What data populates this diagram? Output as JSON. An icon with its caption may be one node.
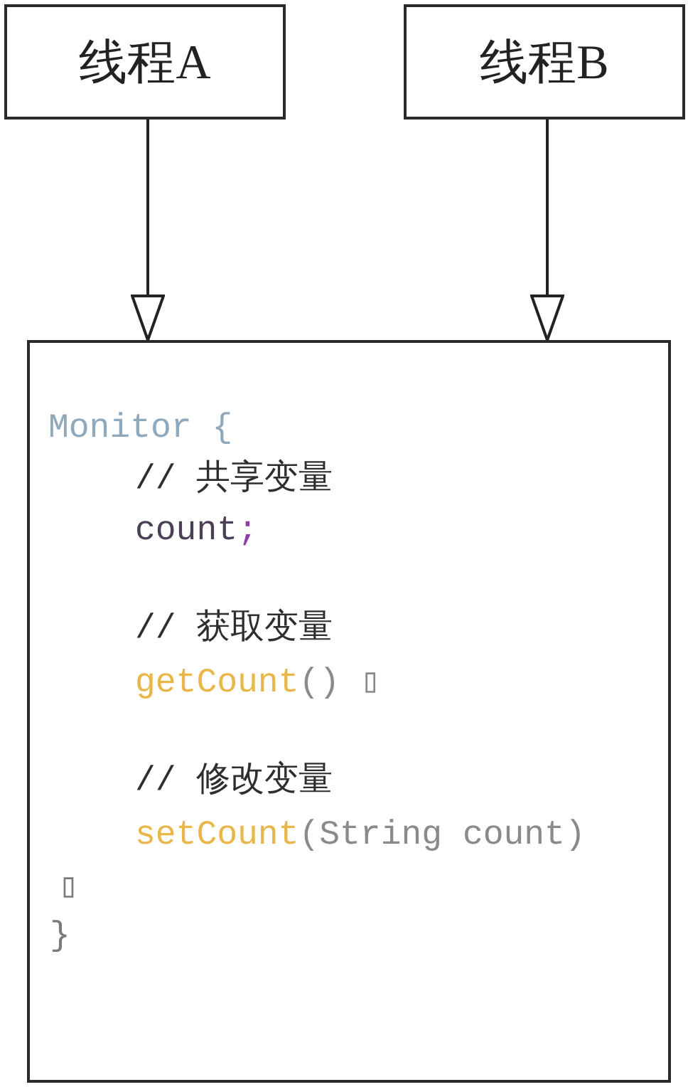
{
  "diagram": {
    "nodes": [
      {
        "text": [
          "线程A"
        ]
      },
      {
        "text": [
          "线程B"
        ]
      },
      {
        "text": [
          "Monitor {",
          "// 共享变量",
          "count;",
          "// 获取变量",
          "getCount() ▯",
          "// 修改变量",
          "setCount(String count)",
          "▯",
          "}"
        ]
      }
    ],
    "edges": [
      {
        "from": 0,
        "to": 2,
        "arrow": "to"
      },
      {
        "from": 1,
        "to": 2,
        "arrow": "to"
      }
    ]
  }
}
